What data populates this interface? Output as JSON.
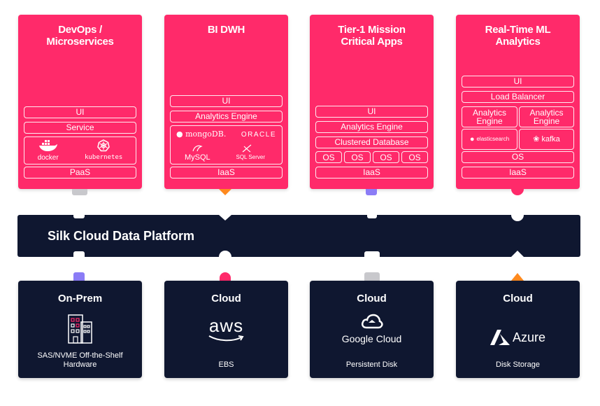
{
  "colors": {
    "pink": "#ff2a6a",
    "navy": "#0f1730",
    "gray": "#c8c8cc",
    "orange": "#ff8a1e",
    "violet": "#8b7cf6",
    "white": "#ffffff"
  },
  "workloads": [
    {
      "title": "DevOps /\nMicroservices",
      "layers": {
        "ui": "UI",
        "service": "Service",
        "paas": "PaaS"
      },
      "logos": {
        "docker": "docker",
        "kubernetes": "kubernetes"
      }
    },
    {
      "title": "BI DWH",
      "layers": {
        "ui": "UI",
        "engine": "Analytics Engine",
        "iaas": "IaaS"
      },
      "logos": {
        "mongodb": "mongoDB.",
        "oracle": "ORACLE",
        "mysql": "MySQL",
        "sqlserver": "SQL Server"
      }
    },
    {
      "title": "Tier-1 Mission\nCritical Apps",
      "layers": {
        "ui": "UI",
        "engine": "Analytics Engine",
        "db": "Clustered Database",
        "os": [
          "OS",
          "OS",
          "OS",
          "OS"
        ],
        "iaas": "IaaS"
      }
    },
    {
      "title": "Real-Time ML\nAnalytics",
      "layers": {
        "ui": "UI",
        "lb": "Load Balancer",
        "engine1": "Analytics\nEngine",
        "engine2": "Analytics\nEngine",
        "os": "OS",
        "iaas": "IaaS"
      },
      "logos": {
        "elastic": "elasticsearch",
        "kafka": "kafka"
      }
    }
  ],
  "platform": {
    "label": "Silk Cloud Data Platform"
  },
  "storage": [
    {
      "title": "On-Prem",
      "caption": "SAS/NVME Off-the-Shelf\nHardware",
      "icon": "building-icon"
    },
    {
      "title": "Cloud",
      "caption": "EBS",
      "icon": "aws-logo",
      "logo_text": "aws"
    },
    {
      "title": "Cloud",
      "caption": "Persistent Disk",
      "icon": "google-cloud-logo",
      "logo_text": "Google Cloud"
    },
    {
      "title": "Cloud",
      "caption": "Disk Storage",
      "icon": "azure-logo",
      "logo_text": "Azure"
    }
  ]
}
